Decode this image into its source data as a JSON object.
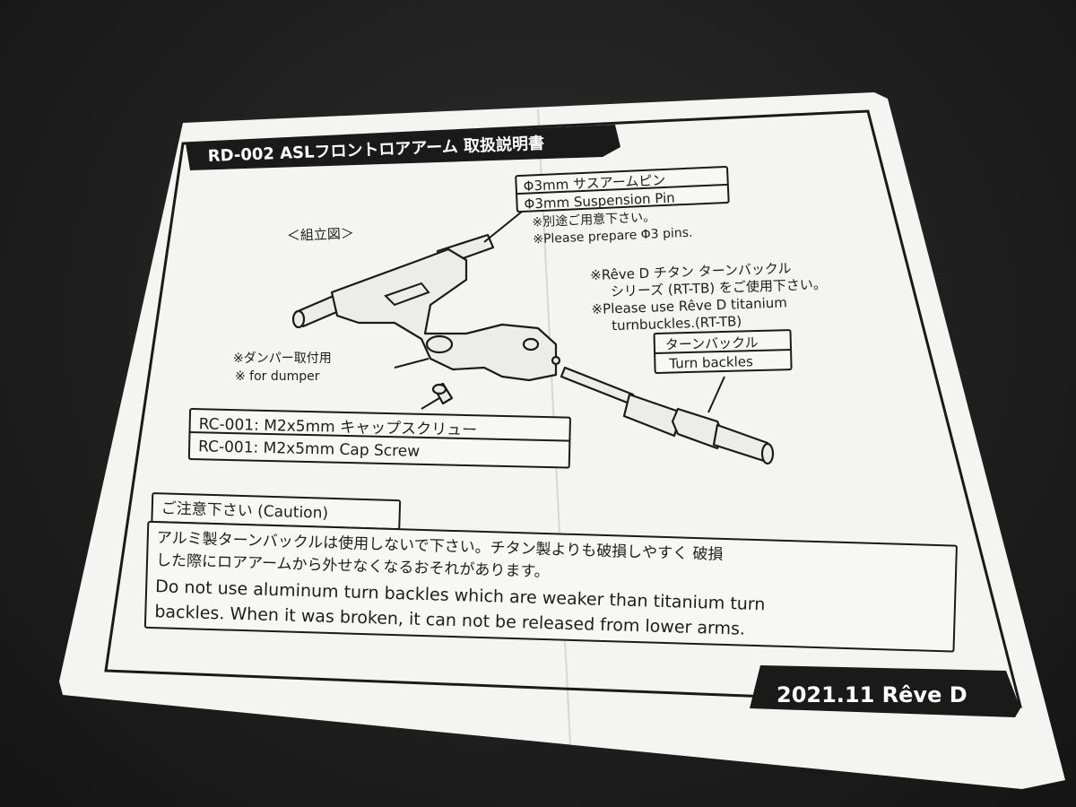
{
  "header": {
    "title": "RD-002 ASLフロントロアアーム 取扱説明書"
  },
  "diagram": {
    "assembly_label": "＜組立図＞",
    "pin_label_jp": "Φ3mm サスアームピン",
    "pin_label_en": "Φ3mm Suspension Pin",
    "pin_note_jp": "※別途ご用意下さい。",
    "pin_note_en": "※Please prepare Φ3 pins.",
    "reve_note_1": "※Rêve D チタン ターンバックル",
    "reve_note_2": "シリーズ (RT-TB) をご使用下さい。",
    "reve_note_3": "※Please use Rêve D titanium",
    "reve_note_4": "turnbuckles.(RT-TB)",
    "turnbuckle_jp": "ターンバックル",
    "turnbuckle_en": "Turn backles",
    "damper_jp": "※ダンパー取付用",
    "damper_en": "※ for dumper",
    "screw_jp": "RC-001: M2x5mm キャップスクリュー",
    "screw_en": "RC-001: M2x5mm Cap Screw"
  },
  "caution": {
    "title": "ご注意下さい (Caution)",
    "line1": "アルミ製ターンバックルは使用しないで下さい。チタン製よりも破損しやすく 破損",
    "line2": "した際にロアアームから外せなくなるおそれがあります。",
    "line3": "Do not use aluminum turn backles which are weaker than titanium turn",
    "line4": "backles. When it was broken, it can not be released from lower arms."
  },
  "footer": {
    "label": "2021.11 Rêve D"
  }
}
